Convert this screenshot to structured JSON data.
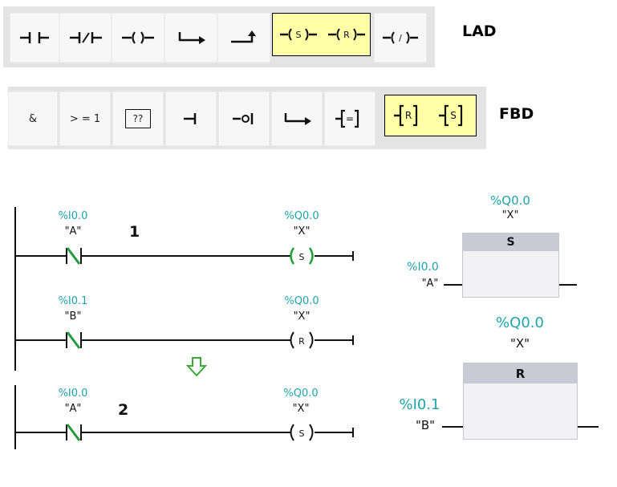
{
  "lad_toolbar": {
    "label": "LAD",
    "buttons": [
      {
        "name": "no-contact-button",
        "icon": "normally-open-contact-icon"
      },
      {
        "name": "nc-contact-button",
        "icon": "normally-closed-contact-icon",
        "text": "/"
      },
      {
        "name": "coil-button",
        "icon": "coil-icon"
      },
      {
        "name": "open-branch-button",
        "icon": "open-branch-icon"
      },
      {
        "name": "close-branch-button",
        "icon": "close-branch-icon"
      },
      {
        "name": "set-coil-button",
        "icon": "set-coil-icon",
        "text": "S"
      },
      {
        "name": "reset-coil-button",
        "icon": "reset-coil-icon",
        "text": "R"
      },
      {
        "name": "negated-coil-button",
        "icon": "negated-coil-icon",
        "text": "/"
      }
    ]
  },
  "fbd_toolbar": {
    "label": "FBD",
    "buttons": [
      {
        "name": "and-box-button",
        "text": "&"
      },
      {
        "name": "or-box-button",
        "text": "> = 1"
      },
      {
        "name": "empty-box-button",
        "text": "??"
      },
      {
        "name": "input-button",
        "icon": "input-icon"
      },
      {
        "name": "negate-button",
        "icon": "negate-icon"
      },
      {
        "name": "open-branch-button",
        "icon": "open-branch-icon"
      },
      {
        "name": "assignment-button",
        "icon": "assignment-icon",
        "text": "="
      },
      {
        "name": "reset-box-button",
        "icon": "reset-box-icon",
        "text": "R"
      },
      {
        "name": "set-box-button",
        "icon": "set-box-icon",
        "text": "S"
      }
    ]
  },
  "ladder": {
    "rung1": {
      "number": "1",
      "contact_addr": "%I0.0",
      "contact_name": "\"A\"",
      "coil_addr": "%Q0.0",
      "coil_name": "\"X\"",
      "coil_letter": "S"
    },
    "rung1b": {
      "contact_addr": "%I0.1",
      "contact_name": "\"B\"",
      "coil_addr": "%Q0.0",
      "coil_name": "\"X\"",
      "coil_letter": "R"
    },
    "rung2": {
      "number": "2",
      "contact_addr": "%I0.0",
      "contact_name": "\"A\"",
      "coil_addr": "%Q0.0",
      "coil_name": "\"X\"",
      "coil_letter": "S"
    },
    "arrow_icon": "down-arrow-icon"
  },
  "fbd": {
    "set_box": {
      "title": "S",
      "out_addr": "%Q0.0",
      "out_name": "\"X\"",
      "in_addr": "%I0.0",
      "in_name": "\"A\""
    },
    "reset_box": {
      "title": "R",
      "out_addr": "%Q0.0",
      "out_name": "\"X\"",
      "in_addr": "%I0.1",
      "in_name": "\"B\""
    }
  },
  "colors": {
    "address": "#1ea3a8",
    "highlight": "#ffffa8",
    "negation_mark": "#1f9d3a"
  }
}
